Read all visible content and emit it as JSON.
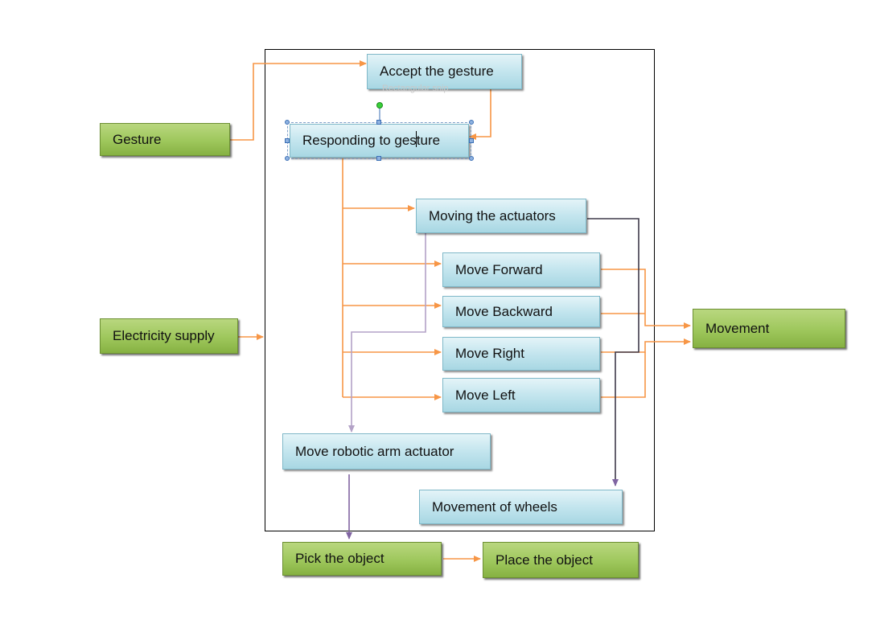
{
  "diagram": {
    "nodes": {
      "gesture": "Gesture",
      "electricity": "Electricity supply",
      "accept": "Accept the gesture",
      "responding": "Responding to gesture",
      "moving_actuators": "Moving the actuators",
      "forward": "Move Forward",
      "backward": "Move Backward",
      "right": "Move Right",
      "left": "Move Left",
      "robotic_arm": "Move robotic arm actuator",
      "wheels": "Movement of wheels",
      "movement": "Movement",
      "pick": "Pick the object",
      "place": "Place the object"
    },
    "ghost_tooltip": "Rectangular snip",
    "colors": {
      "orange": "#f79646",
      "purple": "#8064a2",
      "purple_light": "#b3a2c7",
      "blue_box": "#b7dfe9",
      "green_box": "#9bbb59"
    }
  }
}
